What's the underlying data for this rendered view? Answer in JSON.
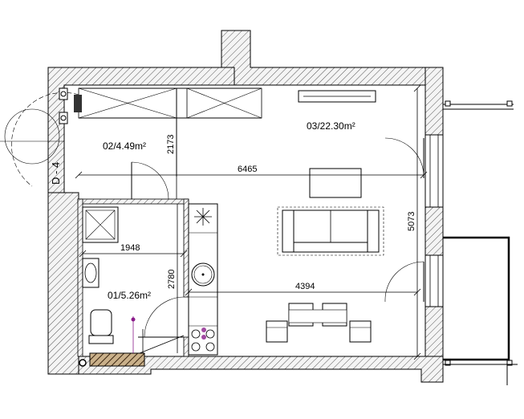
{
  "rooms": {
    "hall": "02/4.49m²",
    "living": "03/22.30m²",
    "bath": "01/5.26m²"
  },
  "dimensions": {
    "hall_height": "2173",
    "living_width": "6465",
    "living_height": "5073",
    "bath_width": "1948",
    "bath_height": "2780",
    "kitchen_width": "4394"
  },
  "section_marker": "D - 4",
  "colors": {
    "wall_hatch": "#5a5a5a",
    "wall_fill": "#f2f2f2",
    "line": "#000000",
    "radiator": "#6b4a2a",
    "accent": "#8a1b8a"
  }
}
